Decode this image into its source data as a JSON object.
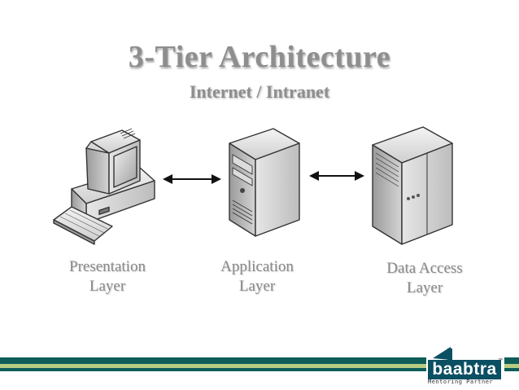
{
  "title": "3-Tier Architecture",
  "subtitle": "Internet / Intranet",
  "layers": [
    {
      "line1": "Presentation",
      "line2": "Layer"
    },
    {
      "line1": "Application",
      "line2": "Layer"
    },
    {
      "line1": "Data Access",
      "line2": "Layer"
    }
  ],
  "logo": {
    "name": "baabtra",
    "trademark": "™",
    "tagline": "Mentoring Partner"
  },
  "colors": {
    "band_dark": "#0e5d59",
    "band_light": "#b7cd84",
    "logo_blue": "#0b4f63"
  }
}
